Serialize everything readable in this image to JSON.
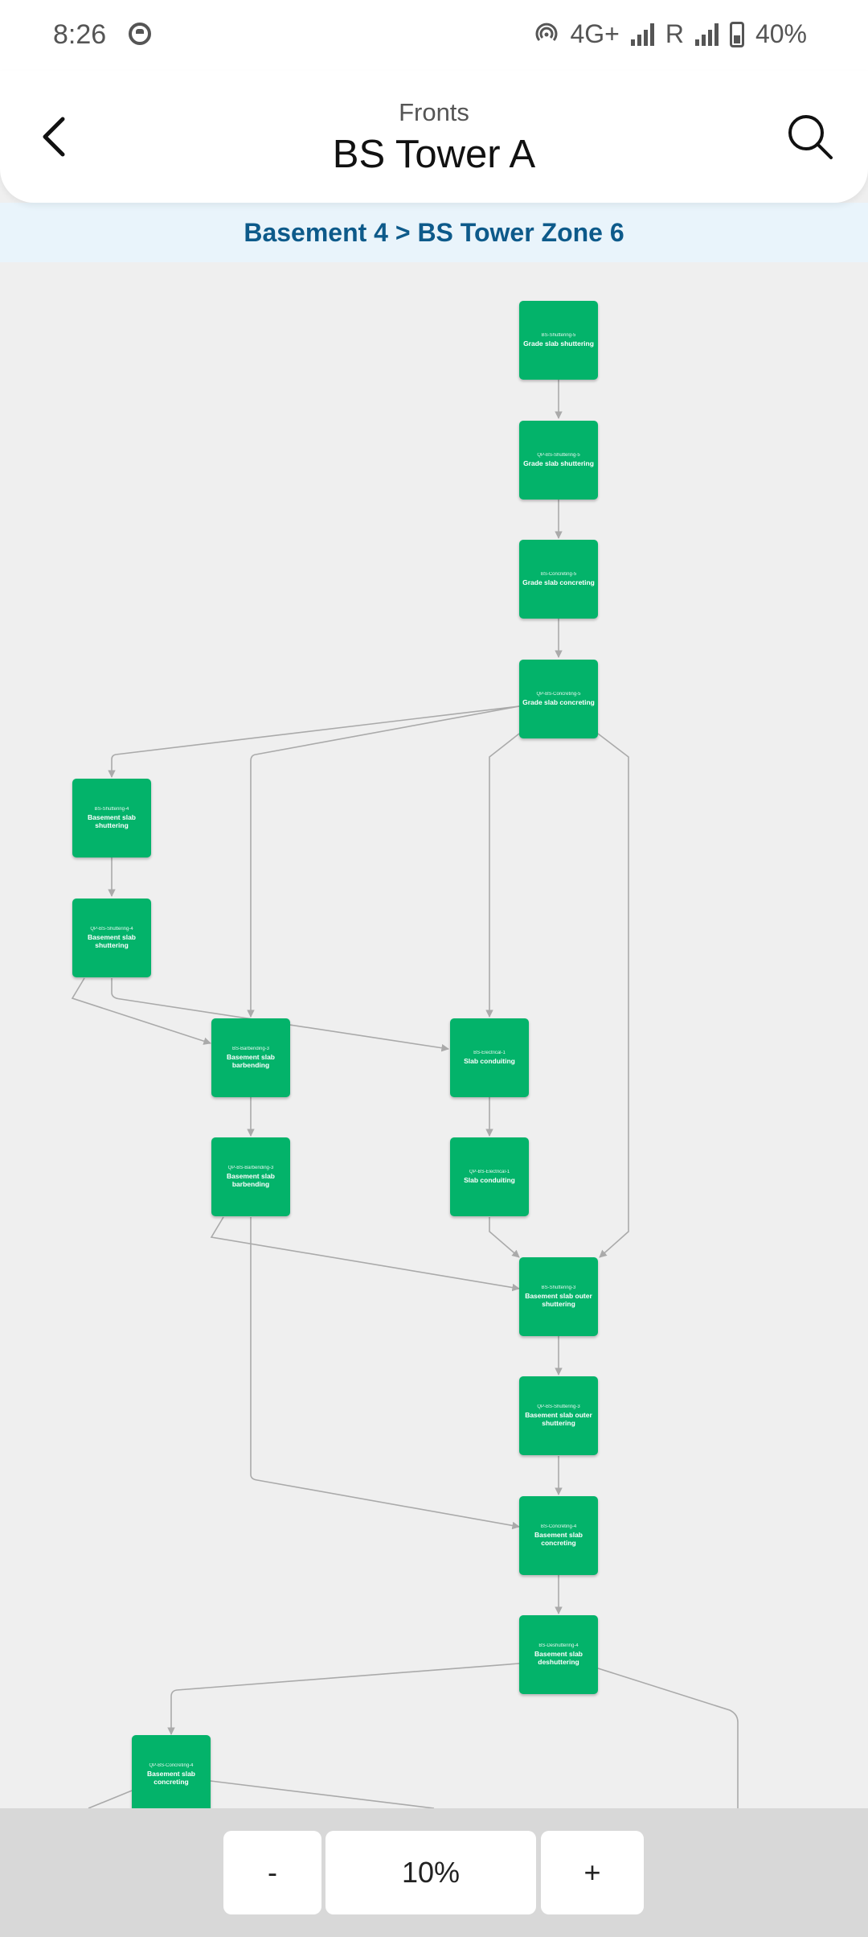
{
  "status": {
    "time": "8:26",
    "network": "4G+",
    "roaming": "R",
    "battery": "40%"
  },
  "header": {
    "subtitle": "Fronts",
    "title": "BS Tower A"
  },
  "breadcrumb": "Basement 4 > BS Tower Zone 6",
  "nodes": [
    {
      "code": "BS-Shuttering-5",
      "name": "Grade slab shuttering"
    },
    {
      "code": "QP-BS-Shuttering-5",
      "name": "Grade slab shuttering"
    },
    {
      "code": "BS-Concreting-5",
      "name": "Grade slab concreting"
    },
    {
      "code": "QP-BS-Concreting-5",
      "name": "Grade slab concreting"
    },
    {
      "code": "BS-Shuttering-4",
      "name": "Basement slab shuttering"
    },
    {
      "code": "QP-BS-Shuttering-4",
      "name": "Basement slab shuttering"
    },
    {
      "code": "BS-Barbending-3",
      "name": "Basement slab barbending"
    },
    {
      "code": "BS-Electrical-1",
      "name": "Slab conduiting"
    },
    {
      "code": "QP-BS-Barbending-3",
      "name": "Basement slab barbending"
    },
    {
      "code": "QP-BS-Electrical-1",
      "name": "Slab conduiting"
    },
    {
      "code": "BS-Shuttering-3",
      "name": "Basement slab outer shuttering"
    },
    {
      "code": "QP-BS-Shuttering-3",
      "name": "Basement slab outer shuttering"
    },
    {
      "code": "BS-Concreting-4",
      "name": "Basement slab concreting"
    },
    {
      "code": "BS-Deshuttering-4",
      "name": "Basement slab deshuttering"
    },
    {
      "code": "QP-BS-Concreting-4",
      "name": "Basement slab concreting"
    }
  ],
  "zoom": {
    "minus": "-",
    "level": "10%",
    "plus": "+"
  }
}
